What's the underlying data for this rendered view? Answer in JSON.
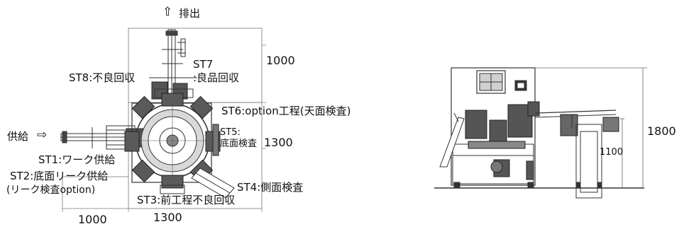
{
  "top_view": {
    "discharge": {
      "label": "排出",
      "arrow_icon": "arrow-up-outline-icon"
    },
    "supply": {
      "label": "供給",
      "arrow_icon": "arrow-right-outline-icon"
    },
    "stations": {
      "st1": "ST1:ワーク供給",
      "st2_line1": "ST2:底面リーク供給",
      "st2_line2": "(リーク検査option)",
      "st3": "ST3:前工程不良回収",
      "st4": "ST4:側面検査",
      "st5_line1": "ST5:",
      "st5_line2": "底面検査",
      "st6": "ST6:option工程(天面検査)",
      "st7_line1": "ST7",
      "st7_line2": ":良品回収",
      "st8": "ST8:不良回収"
    },
    "dimensions": {
      "right_upper": "1000",
      "right_middle": "1300",
      "bottom_left": "1000",
      "bottom_middle": "1300"
    }
  },
  "side_view": {
    "dimensions": {
      "total_height": "1800",
      "conveyor_height": "1100"
    }
  }
}
